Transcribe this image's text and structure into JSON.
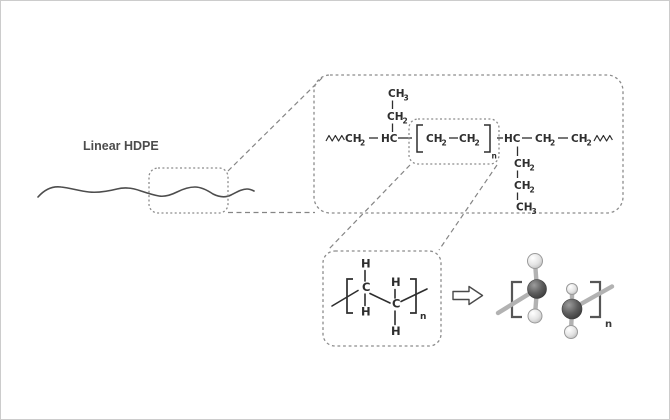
{
  "figure": {
    "title": "Linear HDPE",
    "atoms": {
      "c": "C",
      "h": "H",
      "ch": "CH",
      "hc": "HC",
      "sub2": "2",
      "sub3": "3",
      "subn": "n"
    },
    "formulas": {
      "chain": "~CH2–HC–[CH2–CH2]n–HC–CH2–CH2~",
      "top_branch": "CH3–CH2–",
      "bottom_branch": "–CH2–CH2–CH3",
      "repeat_unit": "[CH2–CH2]n"
    },
    "colors": {
      "canvas_border": "#cccccc",
      "dashed_line": "#8c8c8c",
      "structure_text": "#2e2e2e",
      "carbon_sphere": "#5a5a5a",
      "hydrogen_sphere": "#dcdcdc",
      "bond_3d": "#b2b2b2"
    }
  }
}
